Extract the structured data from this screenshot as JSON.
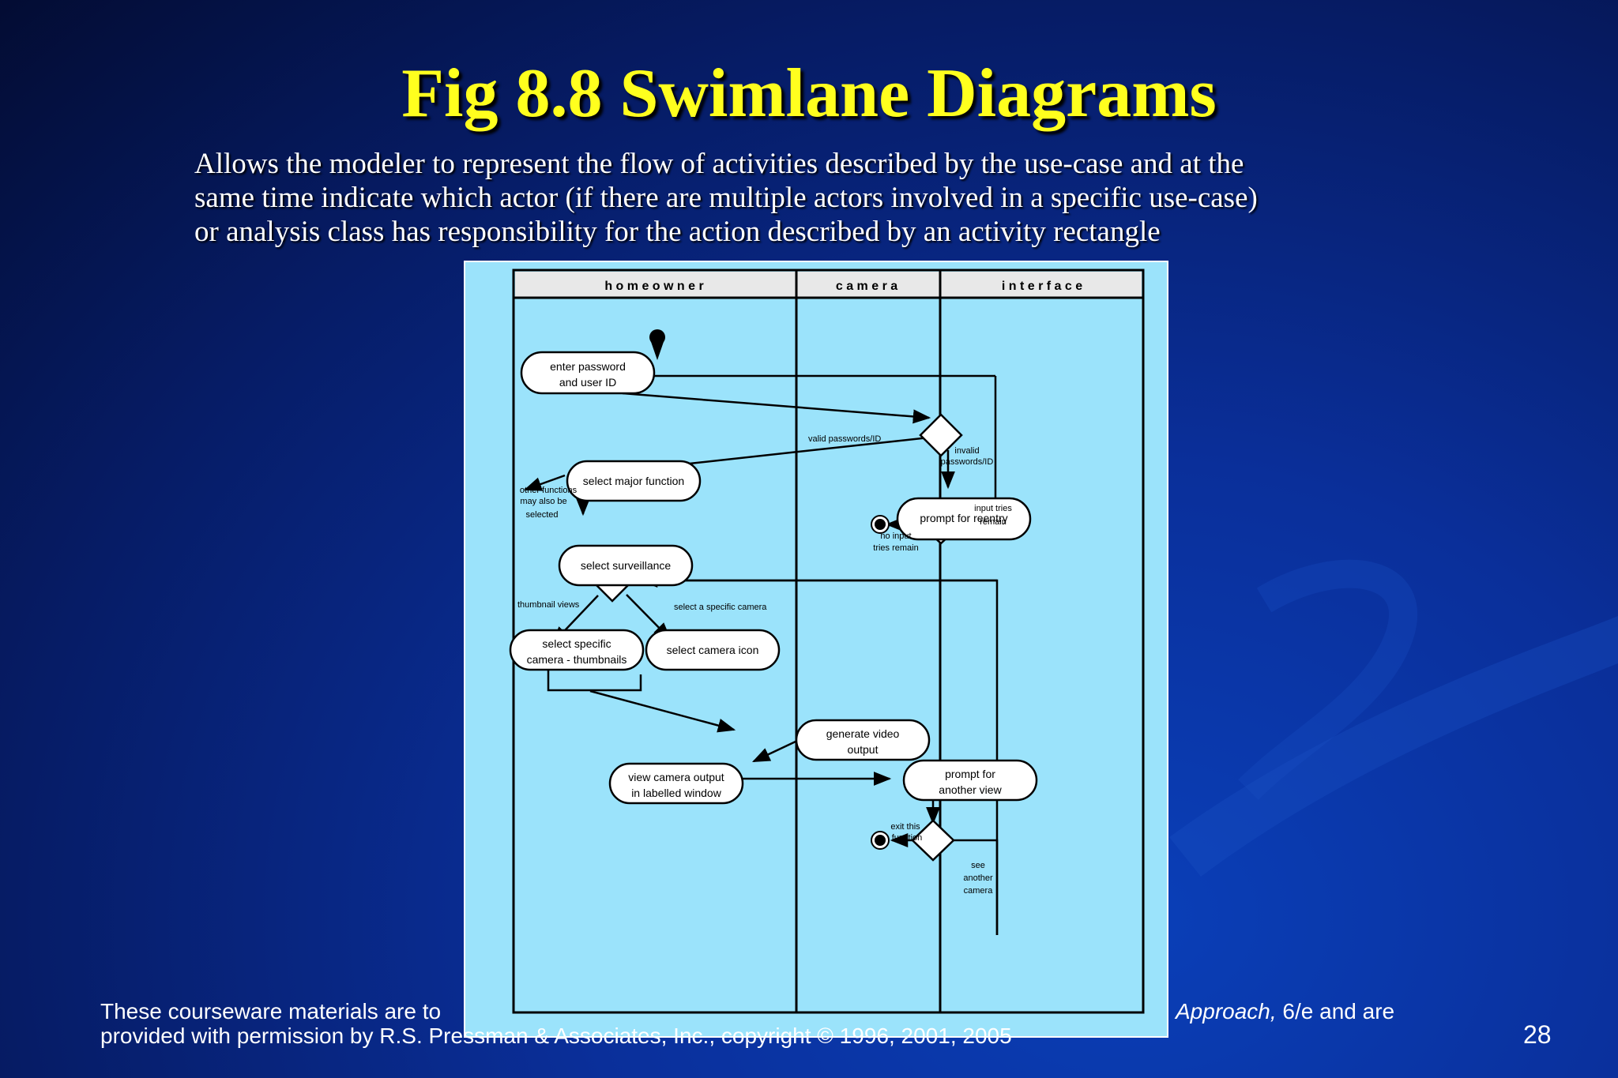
{
  "slide": {
    "title": "Fig 8.8 Swimlane Diagrams",
    "description_lines": [
      "Allows the modeler to represent the flow of activities described by the use-case and at the",
      "same time indicate which actor (if there are multiple actors involved in a specific use-case)",
      "or analysis class has responsibility for the action described by an activity rectangle"
    ],
    "footer": {
      "line1_start": "These courseware materials are to",
      "line1_end_italic": "Approach,",
      "line1_end": " 6/e and are",
      "line2": "provided with permission by R.S. Pressman & Associates, Inc., copyright © 1996, 2001, 2005"
    },
    "page_number": "28"
  },
  "diagram": {
    "lanes": [
      "h o m e o w n e r",
      "c a m e r a",
      "i n t e r f a c e"
    ],
    "activities": {
      "enter_password": [
        "enter password",
        "and user ID"
      ],
      "select_major_function": [
        "select major function"
      ],
      "select_surveillance": [
        "select surveillance"
      ],
      "select_thumbnails": [
        "select specific",
        "camera - thumbnails"
      ],
      "select_camera_icon": [
        "select camera icon"
      ],
      "generate_video": [
        "generate video",
        "output"
      ],
      "view_camera_output": [
        "view camera output",
        "in labelled window"
      ],
      "prompt_reentry": [
        "prompt for reentry"
      ],
      "prompt_another_view": [
        "prompt for",
        "another view"
      ]
    },
    "guards": {
      "valid": "valid passwords/ID",
      "invalid": [
        "invalid",
        "passwords/ID"
      ],
      "other_functions": [
        "other functions",
        "may also be",
        "selected"
      ],
      "input_tries_remain": [
        "input tries",
        "remain"
      ],
      "no_input_tries": [
        "no input",
        "tries remain"
      ],
      "thumbnail_views": "thumbnail views",
      "select_specific_camera": "select a specific camera",
      "exit_function": [
        "exit this",
        "function"
      ],
      "see_another_camera": [
        "see",
        "another",
        "camera"
      ]
    }
  }
}
